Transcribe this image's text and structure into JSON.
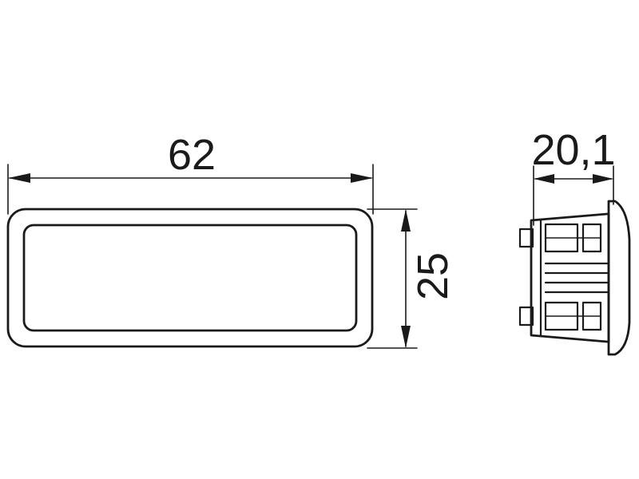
{
  "front_view": {
    "width_dimension": "62",
    "height_dimension": "25"
  },
  "side_view": {
    "depth_dimension": "20,1"
  },
  "colors": {
    "line": "#1a1a1a",
    "background": "#ffffff"
  }
}
